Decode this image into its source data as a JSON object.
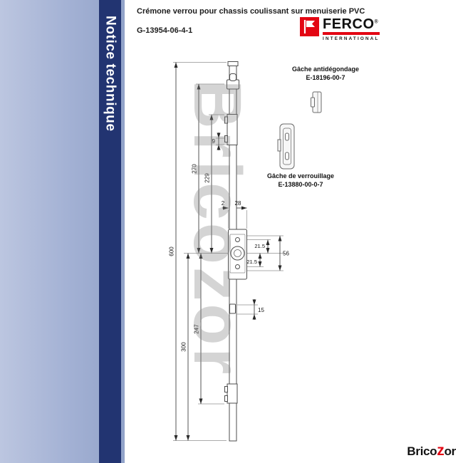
{
  "sidebar": {
    "label": "Notice technique"
  },
  "header": {
    "title": "Crémone verrou pour chassis coulissant sur menuiserie PVC",
    "reference": "G-13954-06-4-1"
  },
  "ferco": {
    "name": "FERCO",
    "registered": "®",
    "subtitle": "INTERNATIONAL"
  },
  "parts": {
    "antidegondage": {
      "name": "Gâche antidégondage",
      "ref": "E-18196-00-7"
    },
    "verrouillage": {
      "name": "Gâche de verrouillage",
      "ref": "E-13880-00-0-7"
    }
  },
  "dims": {
    "d600": "600",
    "d270": "270",
    "d229": "229",
    "d300": "300",
    "d247": "247",
    "d9": "9",
    "d2": "2",
    "d28": "28",
    "d21a": "21.5",
    "d21b": "21.5",
    "d56": "56",
    "d15": "15"
  },
  "watermark": "Bricozor",
  "footer_logo": {
    "p1": "Brico",
    "p2": "z",
    "p3": "or"
  },
  "colors": {
    "accent_red": "#e30613",
    "sidebar_dark": "#223471",
    "sidebar_light": "#a3b1d4"
  }
}
